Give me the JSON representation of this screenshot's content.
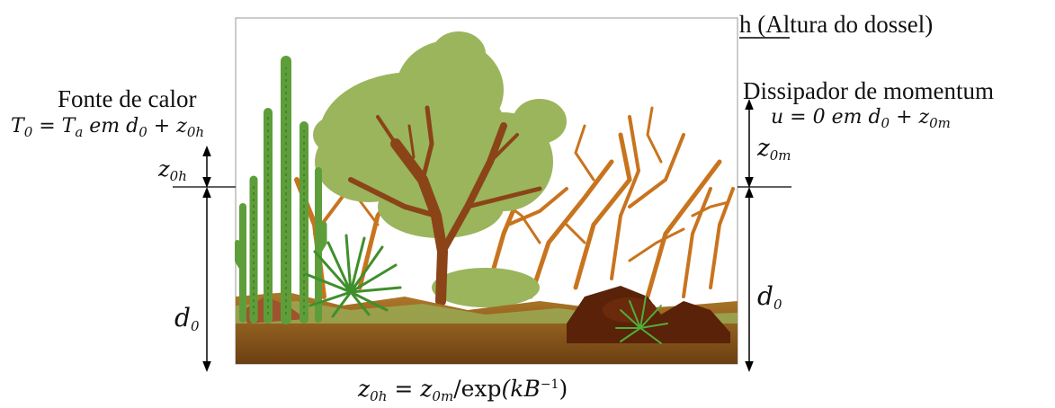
{
  "labels": {
    "canopy_height": "h (Altura do dossel)",
    "heat_source": "Fonte de calor",
    "momentum_sink": "Dissipador de momentum"
  },
  "equations": {
    "heat": {
      "main": "T",
      "sub1": "0",
      "eq": " = ",
      "var2": "T",
      "sub2": "a",
      "text": " em d",
      "sub3": "0",
      "plus": " + z",
      "sub4": "0h"
    },
    "momentum": {
      "main": "u = 0 em d",
      "sub1": "0",
      "plus": " + z",
      "sub2": "0m"
    },
    "z0h_left": {
      "main": "z",
      "sub": "0h"
    },
    "z0m_right": {
      "main": "z",
      "sub": "0m"
    },
    "d0_left": {
      "main": "d",
      "sub": "0"
    },
    "d0_right": {
      "main": "d",
      "sub": "0"
    },
    "bottom": {
      "a": "z",
      "asub": "0h",
      "eq": " = z",
      "bsub": "0m",
      "div": "/",
      "fn": "exp",
      "open": "(kB",
      "sup": "−1",
      "close": ")"
    }
  },
  "colors": {
    "cactus": "#5e9e3a",
    "tree_foliage": "#9ab55c",
    "branches": "#c8741e",
    "trunk": "#8a4418",
    "soil": "#8a5520",
    "rocks": "#5a2208",
    "spiky_plant": "#3f8f2c"
  }
}
